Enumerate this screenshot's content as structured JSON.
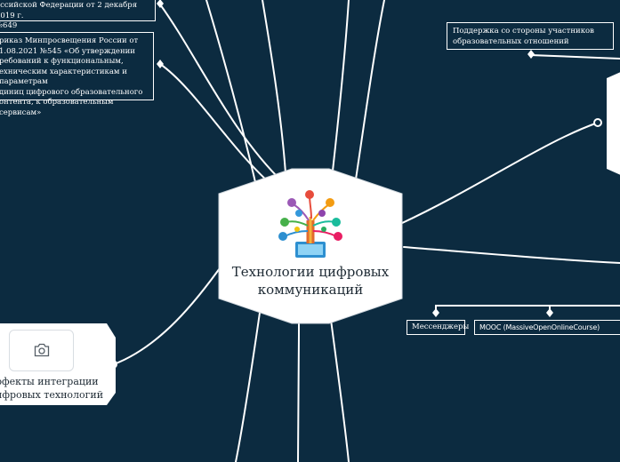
{
  "central_topic": {
    "title_line1": "Технологии цифровых",
    "title_line2": "коммуникаций",
    "icon": "tree-of-apps-icon"
  },
  "integration_topic": {
    "label_line1": "ффекты интеграции",
    "label_line2": "цифровых технологий",
    "icon": "camera-icon"
  },
  "notes": {
    "top_line1": "оссийской Федерации от 2 декабря 2019 г.",
    "top_line2": "№649",
    "order_lines": [
      "риказ Минпросвещения России от",
      "1.08.2021 №545 «Об утверждении",
      "ребований к функциональным,",
      "ехническим характеристикам и параметрам",
      "диниц цифрового образовательного",
      "онтента, к образовательным сервисам»"
    ],
    "support_line1": "Поддержка со стороны участников",
    "support_line2": "образовательных отношений"
  },
  "tags": {
    "messengers": "Мессенджеры",
    "mooc": "MOOC (MassiveOpenOnlineCourse)"
  },
  "colors": {
    "background": "#0c2b40",
    "line": "#ffffff",
    "node_fill": "#ffffff",
    "text_dark": "#1f2b35"
  }
}
